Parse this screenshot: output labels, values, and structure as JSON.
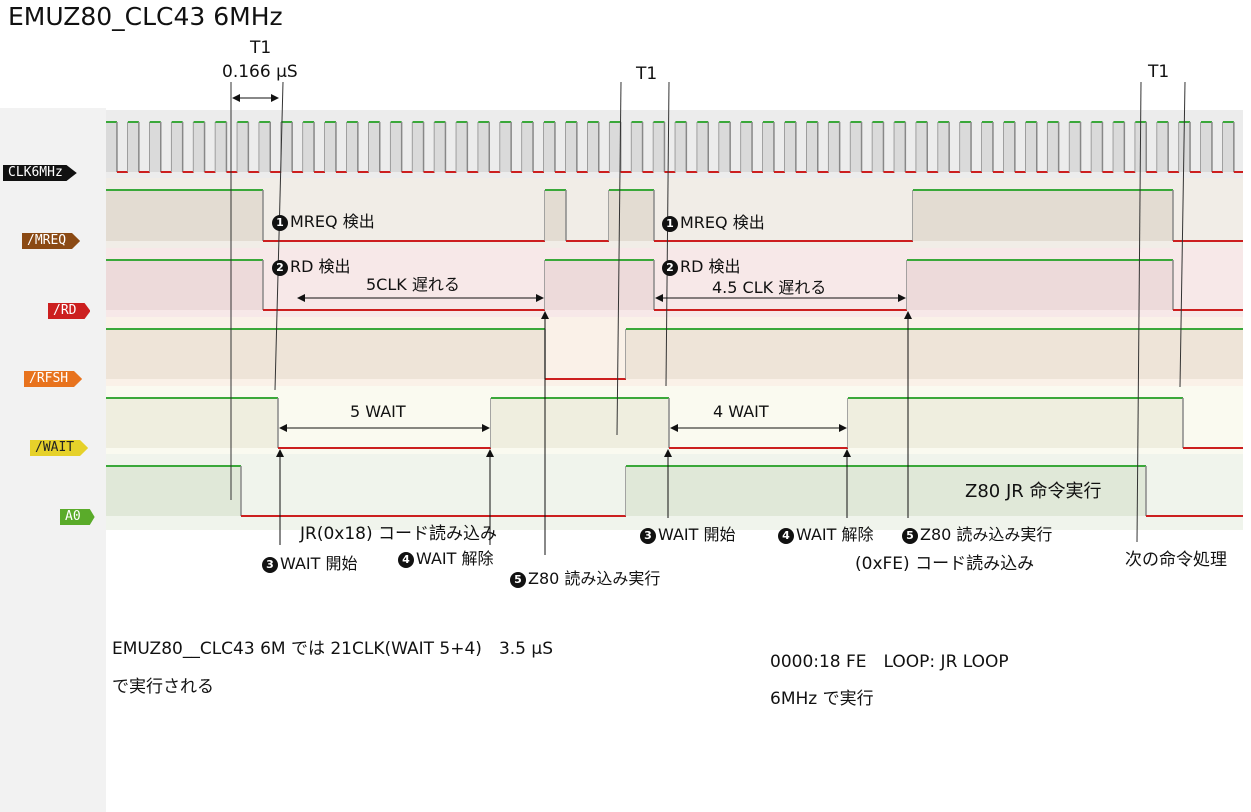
{
  "title": "EMUZ80_CLC43  6MHz",
  "period": {
    "label": "T1",
    "value": "0.166 μS"
  },
  "t1_markers": [
    "T1",
    "T1"
  ],
  "signals": [
    {
      "name": "CLK6MHz",
      "tag_bg": "#111111",
      "tag_fg": "#ffffff"
    },
    {
      "name": "/MREQ",
      "tag_bg": "#8b4a14",
      "tag_fg": "#ffffff"
    },
    {
      "name": "/RD",
      "tag_bg": "#cc1f1f",
      "tag_fg": "#ffffff"
    },
    {
      "name": "/RFSH",
      "tag_bg": "#e8731e",
      "tag_fg": "#ffffff"
    },
    {
      "name": "/WAIT",
      "tag_bg": "#e6d12a",
      "tag_fg": "#222222"
    },
    {
      "name": "A0",
      "tag_bg": "#5aab2a",
      "tag_fg": "#ffffff"
    }
  ],
  "annotations": {
    "mreq1": "MREQ 検出",
    "mreq2": "MREQ 検出",
    "rd1": "RD 検出",
    "rd2": "RD 検出",
    "delay1": "5CLK 遅れる",
    "delay2": "4.5 CLK 遅れる",
    "wait1": "5 WAIT",
    "wait2": "4 WAIT",
    "z80_jr": "Z80 JR 命令実行",
    "jr_read": "JR(0x18) コード読み込み",
    "wait_start1": "WAIT 開始",
    "wait_release1": "WAIT 解除",
    "z80_read1": "Z80 読み込み実行",
    "wait_start2": "WAIT 開始",
    "wait_release2": "WAIT 解除",
    "z80_read2": "Z80 読み込み実行",
    "fe_read": "(0xFE) コード読み込み",
    "next_cmd": "次の命令処理",
    "num1": "1",
    "num2": "2",
    "num3": "3",
    "num4": "4",
    "num5": "5"
  },
  "notes": {
    "left1": "EMUZ80__CLC43 6M では 21CLK(WAIT 5+4)　3.5 μS",
    "left2": "で実行される",
    "right1": "0000:18 FE　LOOP:  JR  LOOP",
    "right2": "6MHz で実行"
  },
  "colors": {
    "high": "#3aa83a",
    "low": "#cc1f1f",
    "edge": "#888888",
    "arrow": "#111111"
  }
}
